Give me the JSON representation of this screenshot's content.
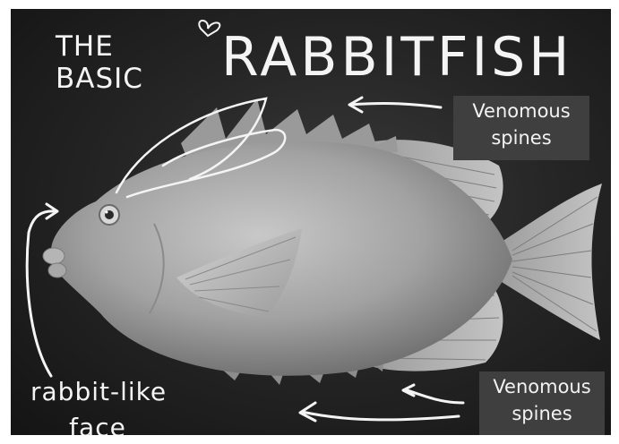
{
  "title": {
    "line1": "THE",
    "line2": "BASIC",
    "main": "RABBITFISH"
  },
  "labels": {
    "spines_top_line1": "Venomous",
    "spines_top_line2": "spines",
    "spines_bottom_line1": "Venomous",
    "spines_bottom_line2": "spines",
    "face_line1": "rabbit-like",
    "face_line2": "face"
  },
  "colors": {
    "background": "#1e1e1e",
    "chalk": "#f4f4f4",
    "label_box": "#3f3f3f",
    "fish_body": "#a8a8a8"
  }
}
